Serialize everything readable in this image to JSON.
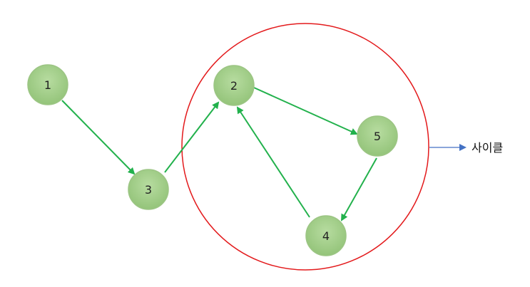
{
  "diagram": {
    "nodes": [
      {
        "id": "1",
        "label": "1"
      },
      {
        "id": "2",
        "label": "2"
      },
      {
        "id": "3",
        "label": "3"
      },
      {
        "id": "4",
        "label": "4"
      },
      {
        "id": "5",
        "label": "5"
      }
    ],
    "edges": [
      {
        "from": "1",
        "to": "3"
      },
      {
        "from": "3",
        "to": "2"
      },
      {
        "from": "2",
        "to": "5"
      },
      {
        "from": "5",
        "to": "4"
      },
      {
        "from": "4",
        "to": "2"
      }
    ],
    "cycle": {
      "label": "사이클",
      "nodes": [
        "2",
        "5",
        "4"
      ]
    },
    "colors": {
      "node_fill": "#a9d18e",
      "node_fill_dark": "#8fbf73",
      "node_stroke": "#9cc584",
      "edge": "#22b14c",
      "cycle_circle": "#e31a1c",
      "cycle_pointer": "#4472c4"
    }
  }
}
